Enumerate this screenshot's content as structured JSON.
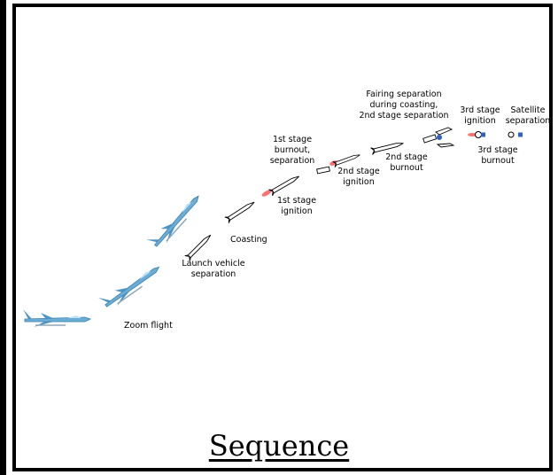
{
  "title": "Sequence",
  "labels": {
    "zoom_flight": "Zoom flight",
    "launch_vehicle_separation": "Launch vehicle\nseparation",
    "coasting": "Coasting",
    "first_stage_ignition": "1st stage\nignition",
    "first_stage_burnout_separation": "1st stage\nburnout,\nseparation",
    "second_stage_ignition": "2nd stage\nignition",
    "second_stage_burnout": "2nd stage\nburnout",
    "fairing_separation": "Fairing separation\nduring coasting,\n2nd stage separation",
    "third_stage_ignition": "3rd stage\nignition",
    "satellite_separation": "Satellite\nseparation",
    "third_stage_burnout": "3rd stage\nburnout"
  },
  "colors": {
    "aircraft": "#6aaed6",
    "exhaust": "#ff7070",
    "satellite": "#3060c0"
  }
}
